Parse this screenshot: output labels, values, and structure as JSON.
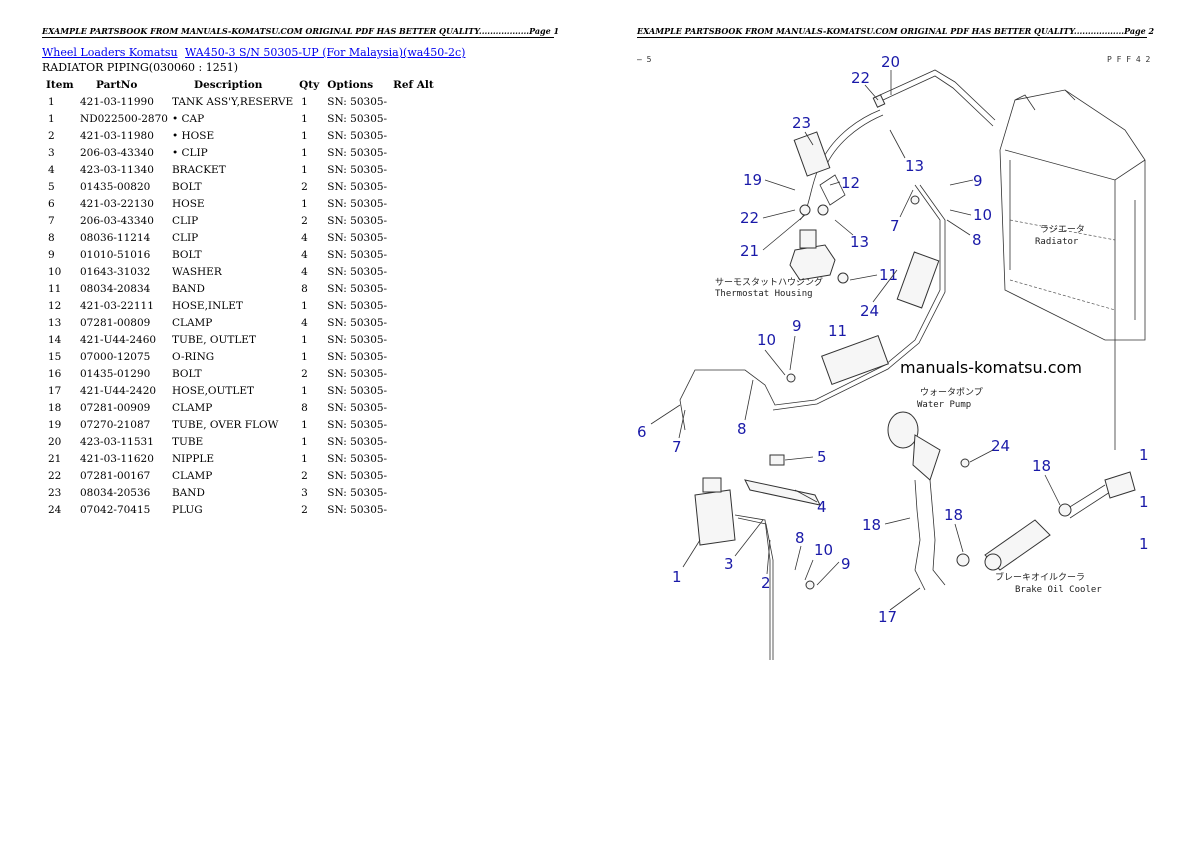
{
  "header_text": {
    "page1": "EXAMPLE PARTSBOOK FROM MANUALS-KOMATSU.COM ORIGINAL PDF HAS BETTER QUALITY..................Page 1",
    "page2": "EXAMPLE PARTSBOOK FROM MANUALS-KOMATSU.COM ORIGINAL PDF HAS BETTER QUALITY..................Page 2"
  },
  "breadcrumb": {
    "link1": "Wheel Loaders Komatsu",
    "link2": "WA450-3 S/N 50305-UP (For Malaysia)(wa450-2c)"
  },
  "subtitle": "RADIATOR PIPING(030060 : 1251)",
  "table": {
    "headers": [
      "Item",
      "PartNo",
      "Description",
      "Qty",
      "Options",
      "Ref Alt"
    ],
    "rows": [
      [
        "1",
        "421-03-11990",
        "TANK ASS'Y,RESERVE",
        "1",
        "SN: 50305-",
        ""
      ],
      [
        "1",
        "ND022500-2870",
        "• CAP",
        "1",
        "SN: 50305-",
        ""
      ],
      [
        "2",
        "421-03-11980",
        "• HOSE",
        "1",
        "SN: 50305-",
        ""
      ],
      [
        "3",
        "206-03-43340",
        "• CLIP",
        "1",
        "SN: 50305-",
        ""
      ],
      [
        "4",
        "423-03-11340",
        "BRACKET",
        "1",
        "SN: 50305-",
        ""
      ],
      [
        "5",
        "01435-00820",
        "BOLT",
        "2",
        "SN: 50305-",
        ""
      ],
      [
        "6",
        "421-03-22130",
        "HOSE",
        "1",
        "SN: 50305-",
        ""
      ],
      [
        "7",
        "206-03-43340",
        "CLIP",
        "2",
        "SN: 50305-",
        ""
      ],
      [
        "8",
        "08036-11214",
        "CLIP",
        "4",
        "SN: 50305-",
        ""
      ],
      [
        "9",
        "01010-51016",
        "BOLT",
        "4",
        "SN: 50305-",
        ""
      ],
      [
        "10",
        "01643-31032",
        "WASHER",
        "4",
        "SN: 50305-",
        ""
      ],
      [
        "11",
        "08034-20834",
        "BAND",
        "8",
        "SN: 50305-",
        ""
      ],
      [
        "12",
        "421-03-22111",
        "HOSE,INLET",
        "1",
        "SN: 50305-",
        ""
      ],
      [
        "13",
        "07281-00809",
        "CLAMP",
        "4",
        "SN: 50305-",
        ""
      ],
      [
        "14",
        "421-U44-2460",
        "TUBE, OUTLET",
        "1",
        "SN: 50305-",
        ""
      ],
      [
        "15",
        "07000-12075",
        "O-RING",
        "1",
        "SN: 50305-",
        ""
      ],
      [
        "16",
        "01435-01290",
        "BOLT",
        "2",
        "SN: 50305-",
        ""
      ],
      [
        "17",
        "421-U44-2420",
        "HOSE,OUTLET",
        "1",
        "SN: 50305-",
        ""
      ],
      [
        "18",
        "07281-00909",
        "CLAMP",
        "8",
        "SN: 50305-",
        ""
      ],
      [
        "19",
        "07270-21087",
        "TUBE, OVER FLOW",
        "1",
        "SN: 50305-",
        ""
      ],
      [
        "20",
        "423-03-11531",
        "TUBE",
        "1",
        "SN: 50305-",
        ""
      ],
      [
        "21",
        "421-03-11620",
        "NIPPLE",
        "1",
        "SN: 50305-",
        ""
      ],
      [
        "22",
        "07281-00167",
        "CLAMP",
        "2",
        "SN: 50305-",
        ""
      ],
      [
        "23",
        "08034-20536",
        "BAND",
        "3",
        "SN: 50305-",
        ""
      ],
      [
        "24",
        "07042-70415",
        "PLUG",
        "2",
        "SN: 50305-",
        ""
      ]
    ]
  },
  "diagram": {
    "corner_left": "̶ 5",
    "corner_right": "P F F 4 2",
    "watermark": "manuals-komatsu.com",
    "labels": {
      "thermostat_jp": "サーモスタットハウジング",
      "thermostat_en": "Thermostat Housing",
      "radiator_jp": "ラジエータ",
      "radiator_en": "Radiator",
      "pump_jp": "ウォータポンプ",
      "pump_en": "Water Pump",
      "cooler_jp": "ブレーキオイルクーラ",
      "cooler_en": "Brake Oil Cooler"
    },
    "callouts": [
      "20",
      "22",
      "23",
      "13",
      "12",
      "19",
      "9",
      "10",
      "8",
      "7",
      "22",
      "21",
      "13",
      "11",
      "24",
      "9",
      "10",
      "11",
      "6",
      "7",
      "8",
      "5",
      "4",
      "1",
      "3",
      "2",
      "8",
      "10",
      "9",
      "24",
      "18",
      "18",
      "18",
      "17",
      "1",
      "1",
      "1"
    ]
  }
}
